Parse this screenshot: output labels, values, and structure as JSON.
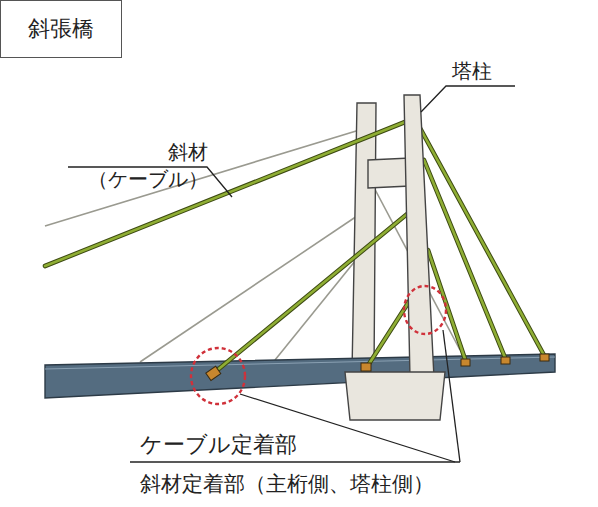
{
  "diagram": {
    "nodes": [
      {
        "text": [
          "斜張橋"
        ]
      }
    ],
    "labels": [
      "塔柱",
      "斜材 （ケーブル）",
      "ケーブル定着部",
      "斜材定着部（主桁側、塔柱側）"
    ]
  }
}
